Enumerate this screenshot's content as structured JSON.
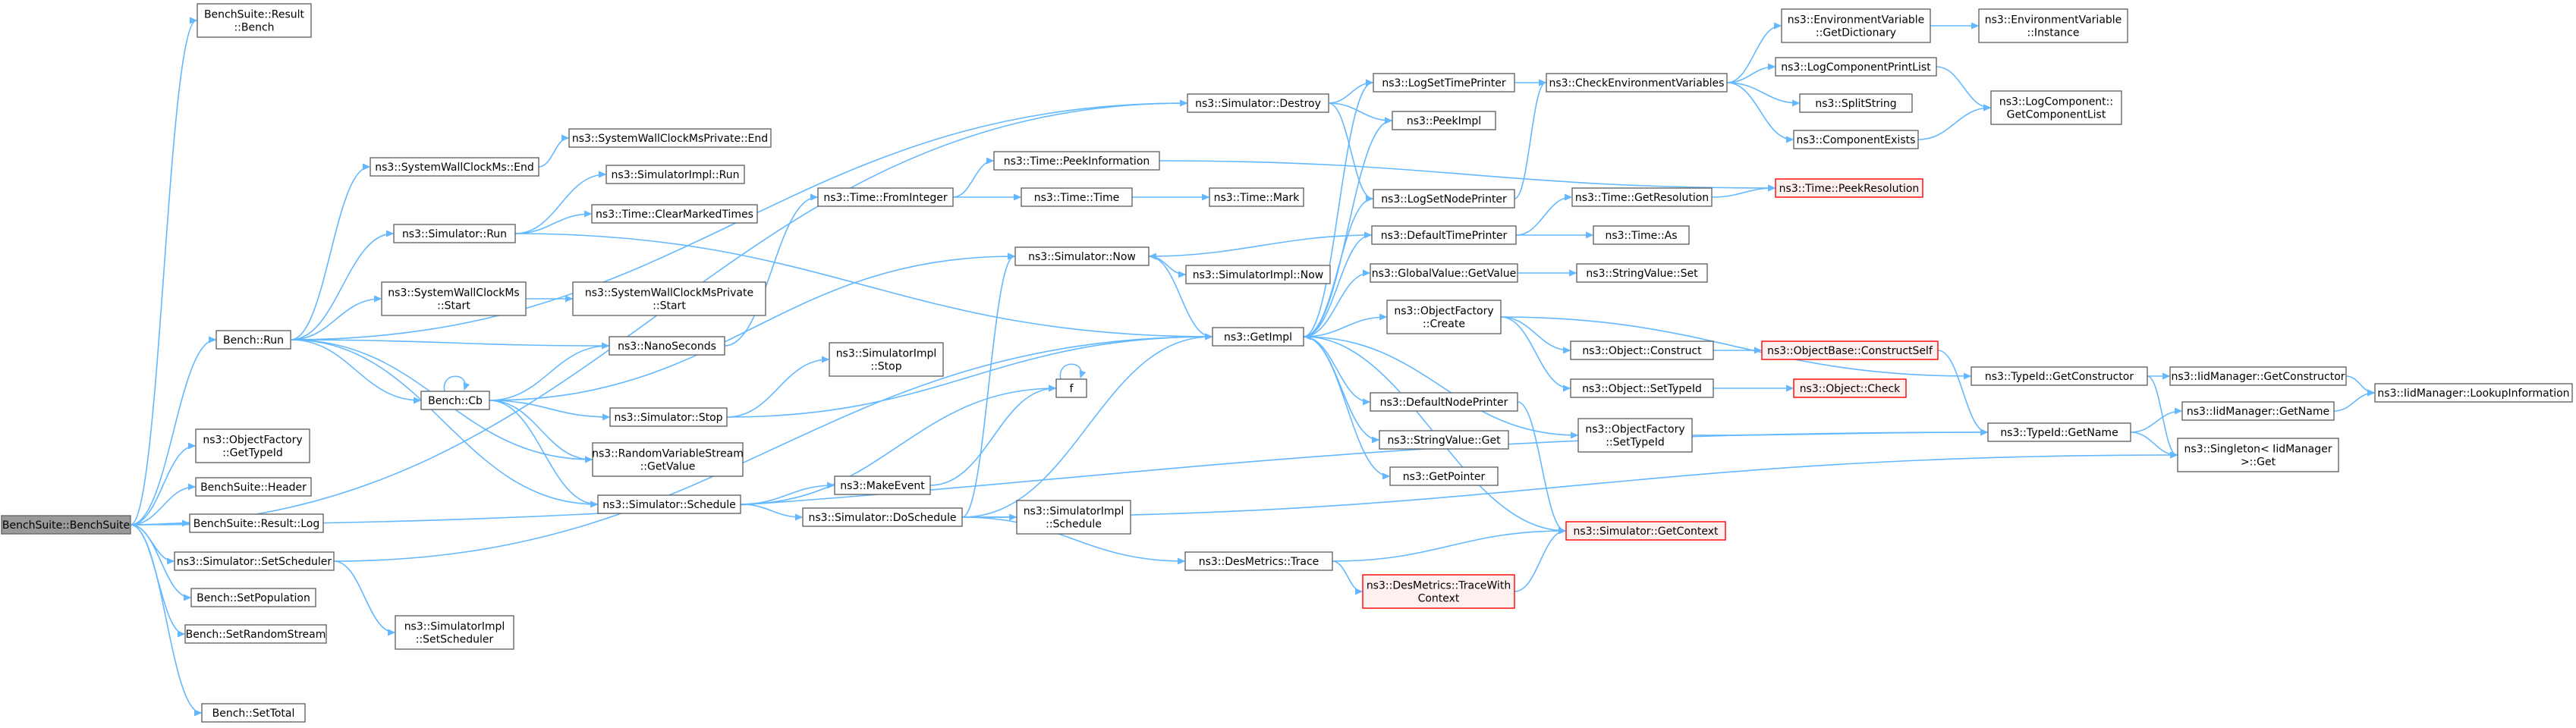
{
  "diagram": {
    "nodes": {
      "BenchSuite_BenchSuite": [
        "BenchSuite::BenchSuite"
      ],
      "BenchSuite_Result_Bench": [
        "BenchSuite::Result",
        "::Bench"
      ],
      "ObjectFactory_GetTypeId": [
        "ns3::ObjectFactory",
        "::GetTypeId"
      ],
      "BenchSuite_Header": [
        "BenchSuite::Header"
      ],
      "BenchSuite_Result_Log": [
        "BenchSuite::Result::Log"
      ],
      "Simulator_SetScheduler": [
        "ns3::Simulator::SetScheduler"
      ],
      "Bench_SetPopulation": [
        "Bench::SetPopulation"
      ],
      "Bench_SetRandomStream": [
        "Bench::SetRandomStream"
      ],
      "Bench_SetTotal": [
        "Bench::SetTotal"
      ],
      "Bench_Run": [
        "Bench::Run"
      ],
      "SimulatorImpl_SetScheduler": [
        "ns3::SimulatorImpl",
        "::SetScheduler"
      ],
      "SystemWallClockMs_End": [
        "ns3::SystemWallClockMs::End"
      ],
      "SystemWallClockMsPrivate_End": [
        "ns3::SystemWallClockMsPrivate::End"
      ],
      "Simulator_Run": [
        "ns3::Simulator::Run"
      ],
      "SimulatorImpl_Run": [
        "ns3::SimulatorImpl::Run"
      ],
      "Time_ClearMarkedTimes": [
        "ns3::Time::ClearMarkedTimes"
      ],
      "SystemWallClockMs_Start": [
        "ns3::SystemWallClockMs",
        "::Start"
      ],
      "SystemWallClockMsPrivate_Start": [
        "ns3::SystemWallClockMsPrivate",
        "::Start"
      ],
      "NanoSeconds": [
        "ns3::NanoSeconds"
      ],
      "Bench_Cb": [
        "Bench::Cb"
      ],
      "Simulator_Stop": [
        "ns3::Simulator::Stop"
      ],
      "SimulatorImpl_Stop": [
        "ns3::SimulatorImpl",
        "::Stop"
      ],
      "RandomVariableStream_GetValue": [
        "ns3::RandomVariableStream",
        "::GetValue"
      ],
      "Simulator_Schedule": [
        "ns3::Simulator::Schedule"
      ],
      "MakeEvent": [
        "ns3::MakeEvent"
      ],
      "f": [
        "f"
      ],
      "Simulator_DoSchedule": [
        "ns3::Simulator::DoSchedule"
      ],
      "SimulatorImpl_Schedule": [
        "ns3::SimulatorImpl",
        "::Schedule"
      ],
      "Simulator_Destroy": [
        "ns3::Simulator::Destroy"
      ],
      "Time_FromInteger": [
        "ns3::Time::FromInteger"
      ],
      "Time_PeekInformation": [
        "ns3::Time::PeekInformation"
      ],
      "Time_Time": [
        "ns3::Time::Time"
      ],
      "Time_Mark": [
        "ns3::Time::Mark"
      ],
      "Simulator_Now": [
        "ns3::Simulator::Now"
      ],
      "SimulatorImpl_Now": [
        "ns3::SimulatorImpl::Now"
      ],
      "GetImpl": [
        "ns3::GetImpl"
      ],
      "LogSetTimePrinter": [
        "ns3::LogSetTimePrinter"
      ],
      "PeekImpl": [
        "ns3::PeekImpl"
      ],
      "LogSetNodePrinter": [
        "ns3::LogSetNodePrinter"
      ],
      "DefaultTimePrinter": [
        "ns3::DefaultTimePrinter"
      ],
      "GlobalValue_GetValue": [
        "ns3::GlobalValue::GetValue"
      ],
      "ObjectFactory_Create": [
        "ns3::ObjectFactory",
        "::Create"
      ],
      "DefaultNodePrinter": [
        "ns3::DefaultNodePrinter"
      ],
      "StringValue_Get": [
        "ns3::StringValue::Get"
      ],
      "GetPointer": [
        "ns3::GetPointer"
      ],
      "DesMetrics_Trace": [
        "ns3::DesMetrics::Trace"
      ],
      "DesMetrics_TraceWithContext": [
        "ns3::DesMetrics::TraceWith",
        "Context"
      ],
      "CheckEnvironmentVariables": [
        "ns3::CheckEnvironmentVariables"
      ],
      "Time_GetResolution": [
        "ns3::Time::GetResolution"
      ],
      "Time_As": [
        "ns3::Time::As"
      ],
      "StringValue_Set": [
        "ns3::StringValue::Set"
      ],
      "Object_Construct": [
        "ns3::Object::Construct"
      ],
      "Object_SetTypeId": [
        "ns3::Object::SetTypeId"
      ],
      "ObjectFactory_SetTypeId": [
        "ns3::ObjectFactory",
        "::SetTypeId"
      ],
      "Simulator_GetContext": [
        "ns3::Simulator::GetContext"
      ],
      "EnvironmentVariable_GetDictionary": [
        "ns3::EnvironmentVariable",
        "::GetDictionary"
      ],
      "LogComponentPrintList": [
        "ns3::LogComponentPrintList"
      ],
      "SplitString": [
        "ns3::SplitString"
      ],
      "ComponentExists": [
        "ns3::ComponentExists"
      ],
      "Time_PeekResolution": [
        "ns3::Time::PeekResolution"
      ],
      "ObjectBase_ConstructSelf": [
        "ns3::ObjectBase::ConstructSelf"
      ],
      "Object_Check": [
        "ns3::Object::Check"
      ],
      "EnvironmentVariable_Instance": [
        "ns3::EnvironmentVariable",
        "::Instance"
      ],
      "LogComponent_GetComponentList": [
        "ns3::LogComponent::",
        "GetComponentList"
      ],
      "TypeId_GetConstructor": [
        "ns3::TypeId::GetConstructor"
      ],
      "TypeId_GetName": [
        "ns3::TypeId::GetName"
      ],
      "IidManager_GetConstructor": [
        "ns3::IidManager::GetConstructor"
      ],
      "IidManager_GetName": [
        "ns3::IidManager::GetName"
      ],
      "Singleton_Get": [
        "ns3::Singleton< IidManager",
        " >::Get"
      ],
      "IidManager_LookupInformation": [
        "ns3::IidManager::LookupInformation"
      ]
    }
  }
}
